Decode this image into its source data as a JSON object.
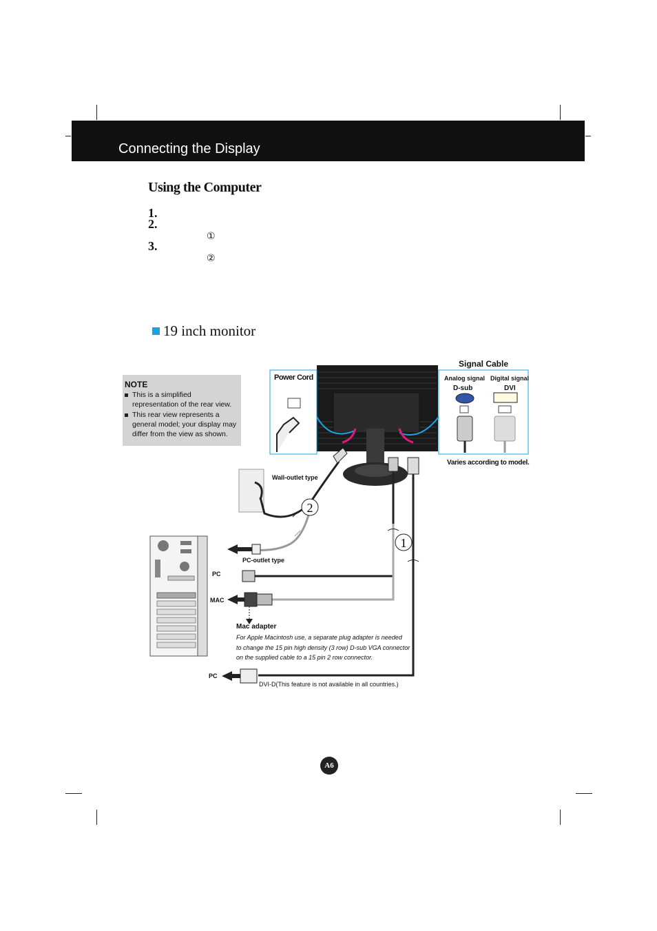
{
  "header": {
    "title": "Connecting the Display"
  },
  "section": {
    "title": "Using the Computer"
  },
  "steps": [
    {
      "num": "1."
    },
    {
      "num": "2."
    },
    {
      "num": "3.",
      "markers": [
        "①",
        "②"
      ]
    }
  ],
  "model": {
    "label": "19 inch monitor"
  },
  "note": {
    "title": "NOTE",
    "items": [
      "This is a simplified representation of the rear view.",
      "This rear view represents a general model; your display may differ from the view as shown."
    ]
  },
  "diagram": {
    "power_cord": "Power Cord",
    "signal_cable": "Signal Cable",
    "analog_signal": "Analog signal",
    "digital_signal": "Digital signal",
    "dsub": "D-sub",
    "dvi": "DVI",
    "varies": "Varies according to model.",
    "wall_outlet": "Wall-outlet type",
    "pc_outlet": "PC-outlet type",
    "pc_top": "PC",
    "mac": "MAC",
    "pc_bottom": "PC",
    "mac_adapter_title": "Mac adapter",
    "mac_adapter_text": [
      "For Apple Macintosh use, a  separate plug adapter is needed",
      "to change the 15 pin high density (3 row) D-sub VGA connector",
      "on the supplied cable to a 15 pin  2 row connector."
    ],
    "dvi_d_note": "DVI-D(This feature is not available in all countries.)",
    "callout_1": "1",
    "callout_2": "2"
  },
  "page_number": "A6",
  "colors": {
    "accent": "#1aa3e0",
    "header_bg": "#111111",
    "note_bg": "#d4d4d4",
    "arrow": "#e0197d"
  }
}
